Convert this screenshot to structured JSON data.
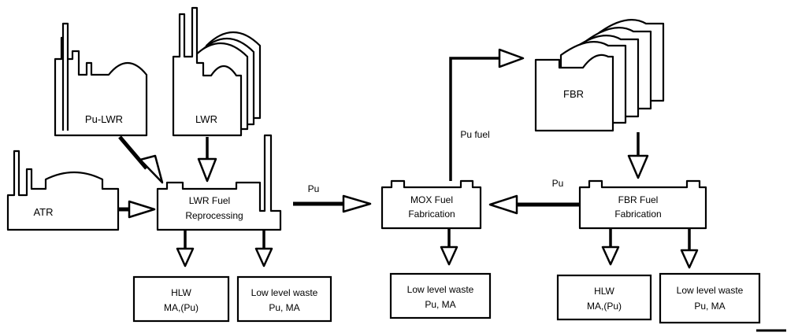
{
  "reactors": {
    "pu_lwr": "Pu-LWR",
    "lwr": "LWR",
    "atr": "ATR",
    "fbr": "FBR"
  },
  "plants": {
    "lwr_reprocessing": [
      "LWR Fuel",
      "Reprocessing"
    ],
    "mox_fabrication": [
      "MOX Fuel",
      "Fabrication"
    ],
    "fbr_fabrication": [
      "FBR Fuel",
      "Fabrication"
    ]
  },
  "flows": {
    "pu_to_mox": "Pu",
    "pu_fuel": "Pu fuel",
    "pu_from_fbr": "Pu"
  },
  "wastes": {
    "hlw_left": [
      "HLW",
      "MA,(Pu)"
    ],
    "low_left": [
      "Low level waste",
      "Pu, MA"
    ],
    "low_mid": [
      "Low level waste",
      "Pu, MA"
    ],
    "hlw_right": [
      "HLW",
      "MA,(Pu)"
    ],
    "low_right": [
      "Low level waste",
      "Pu, MA"
    ]
  }
}
